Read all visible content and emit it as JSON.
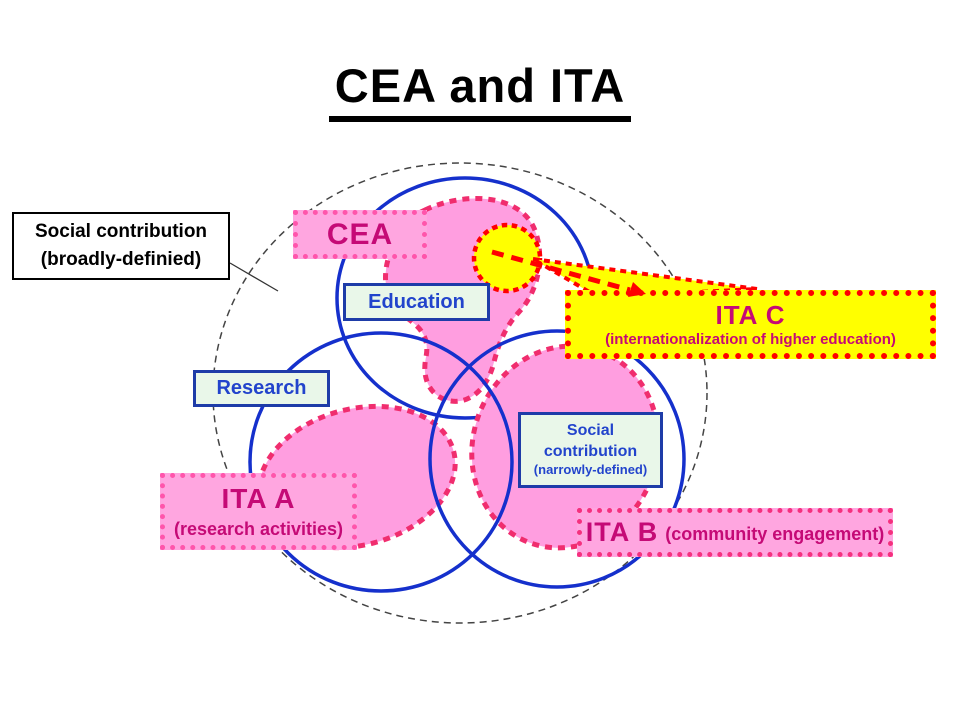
{
  "slide": {
    "title": "CEA and ITA"
  },
  "boxes": {
    "broad": {
      "line1": "Social contribution",
      "line2": "(broadly-definied)"
    },
    "cea": {
      "label": "CEA"
    },
    "education": {
      "label": "Education"
    },
    "research": {
      "label": "Research"
    },
    "narrow": {
      "line1": "Social",
      "line2": "contribution",
      "line3": "(narrowly-defined)"
    },
    "ita_a": {
      "title": "ITA A",
      "subtitle": "(research activities)"
    },
    "ita_b": {
      "title": "ITA B",
      "subtitle": "(community engagement)"
    },
    "ita_c": {
      "title": "ITA C",
      "subtitle": "(internationalization of higher education)"
    }
  },
  "colors": {
    "pink_box_fill": "#FFA6E0",
    "pink_box_dot_border": "#FF55AB",
    "ita_b_dot_border": "#F5307E",
    "blob_fill": "#FF9EE0",
    "blob_dot_border": "#F02D6E",
    "magenta_text": "#C50A76",
    "blue_circle_stroke": "#1530CC",
    "mint_fill": "#E9F7E9",
    "mint_border": "#1E3CA8",
    "blue_text": "#2244CC",
    "yellow_fill": "#FFFF00",
    "red_dot_border": "#FF0000",
    "outer_dashed_stroke": "#444444"
  }
}
